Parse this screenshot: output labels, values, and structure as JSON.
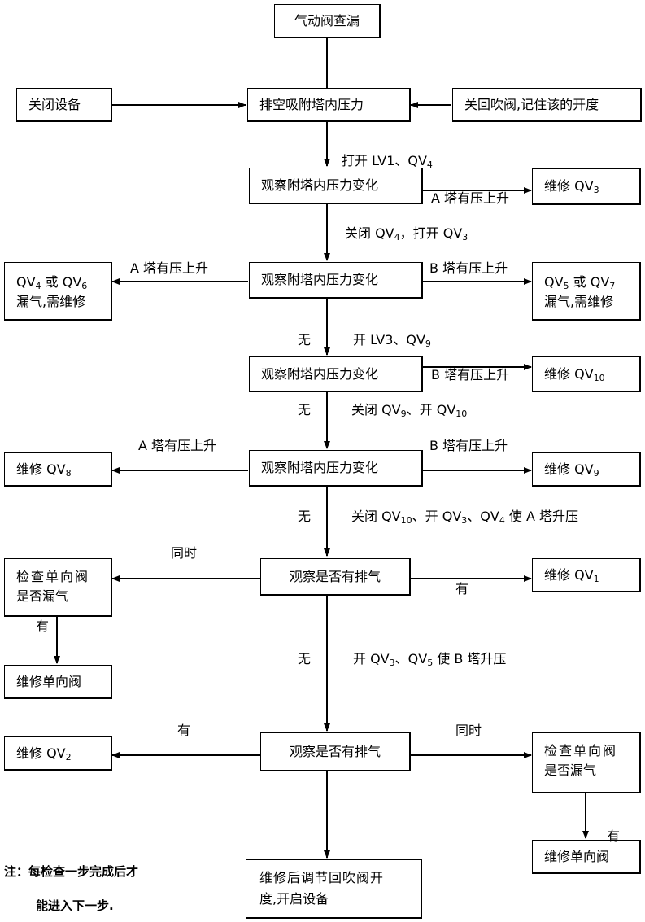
{
  "boxes": {
    "start": "气动阀查漏",
    "close_equipment": "关闭设备",
    "vent_pressure": "排空吸附塔内压力",
    "close_blowback": "关回吹阀,记住该的开度",
    "observe_1": "观察附塔内压力变化",
    "repair_qv3": "维修 QV",
    "repair_qv3_sub": "3",
    "observe_2": "观察附塔内压力变化",
    "left_leak_line1_a": "QV",
    "left_leak_line1_a_sub": "4",
    "left_leak_line1_b": " 或 QV",
    "left_leak_line1_b_sub": "6",
    "left_leak_line2": "漏气,需维修",
    "right_leak_line1_a": "QV",
    "right_leak_line1_a_sub": "5",
    "right_leak_line1_b": " 或 QV",
    "right_leak_line1_b_sub": "7",
    "right_leak_line2": "漏气,需维修",
    "observe_3": "观察附塔内压力变化",
    "repair_qv10": "维修 QV",
    "repair_qv10_sub": "10",
    "observe_4": "观察附塔内压力变化",
    "repair_qv8": "维修 QV",
    "repair_qv8_sub": "8",
    "repair_qv9": "维修 QV",
    "repair_qv9_sub": "9",
    "check_exhaust_1": "观察是否有排气",
    "check_valve_left_line1": "检查单向阀",
    "check_valve_left_line2": "是否漏气",
    "repair_qv1": "维修 QV",
    "repair_qv1_sub": "1",
    "repair_check_valve_left": "维修单向阀",
    "check_exhaust_2": "观察是否有排气",
    "repair_qv2": "维修 QV",
    "repair_qv2_sub": "2",
    "check_valve_right_line1": "检查单向阀",
    "check_valve_right_line2": "是否漏气",
    "repair_check_valve_right": "维修单向阀",
    "final_line1": "维修后调节回吹阀开",
    "final_line2": "度,开启设备"
  },
  "labels": {
    "open_lv1_a": "打开 LV1、QV",
    "open_lv1_sub": "4",
    "a_rise_1": "A 塔有压上升",
    "close_qv4_a": "关闭 QV",
    "close_qv4_sub": "4",
    "close_qv4_b": "，打开 QV",
    "close_qv4_sub2": "3",
    "a_rise_2": "A 塔有压上升",
    "b_rise_2": "B 塔有压上升",
    "none_1": "无",
    "open_lv3_a": "开 LV3、QV",
    "open_lv3_sub": "9",
    "b_rise_3": "B 塔有压上升",
    "none_2": "无",
    "close_qv9_a": "关闭 QV",
    "close_qv9_sub": "9",
    "close_qv9_b": "、开 QV",
    "close_qv9_sub2": "10",
    "a_rise_4": "A 塔有压上升",
    "b_rise_4": "B 塔有压上升",
    "none_3": "无",
    "close_qv10_a": "关闭 QV",
    "close_qv10_sub": "10",
    "close_qv10_b": "、开 QV",
    "close_qv10_sub2": "3",
    "close_qv10_c": "、QV",
    "close_qv10_sub3": "4",
    "close_qv10_d": " 使 A 塔升压",
    "simultaneous_1": "同时",
    "yes_1": "有",
    "yes_2": "有",
    "none_4": "无",
    "open_qv3_a": "开 QV",
    "open_qv3_sub": "3",
    "open_qv3_b": "、QV",
    "open_qv3_sub2": "5",
    "open_qv3_c": " 使 B 塔升压",
    "yes_3": "有",
    "simultaneous_2": "同时",
    "yes_4": "有"
  },
  "note": {
    "line1": "注：每检查一步完成后才",
    "line2": "能进入下一步."
  }
}
